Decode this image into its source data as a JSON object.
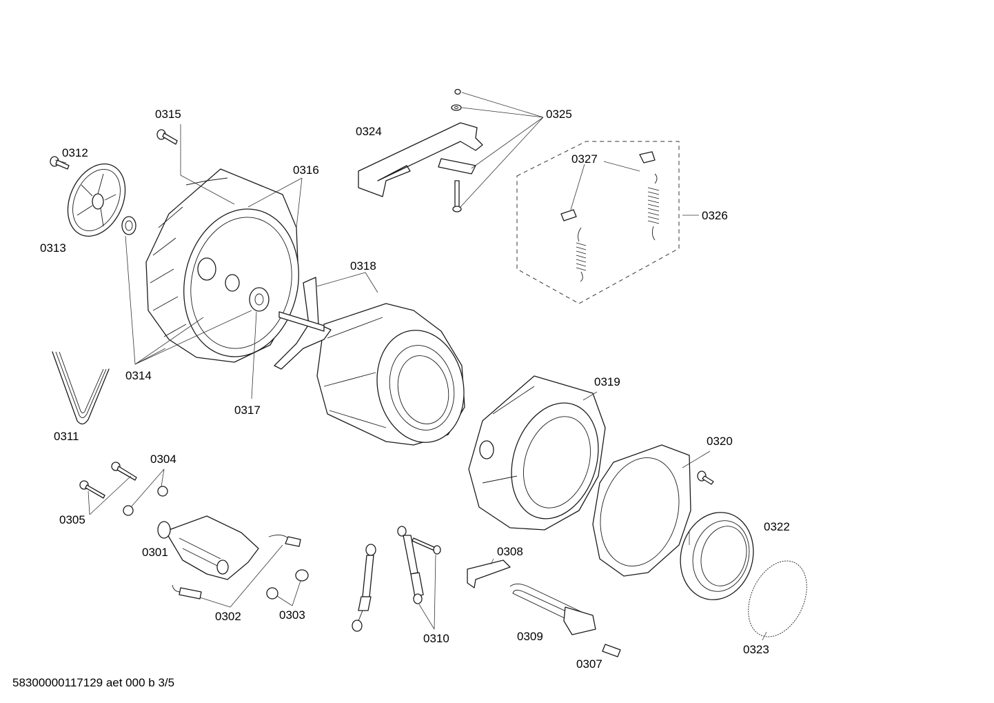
{
  "footer": "58300000117129 aet 000 b 3/5",
  "labels": {
    "p0301": "0301",
    "p0302": "0302",
    "p0303": "0303",
    "p0304": "0304",
    "p0305": "0305",
    "p0307": "0307",
    "p0308": "0308",
    "p0309": "0309",
    "p0310": "0310",
    "p0311": "0311",
    "p0312": "0312",
    "p0313": "0313",
    "p0314": "0314",
    "p0315": "0315",
    "p0316": "0316",
    "p0317": "0317",
    "p0318": "0318",
    "p0319": "0319",
    "p0320": "0320",
    "p0322": "0322",
    "p0323": "0323",
    "p0324": "0324",
    "p0325": "0325",
    "p0326": "0326",
    "p0327": "0327"
  }
}
